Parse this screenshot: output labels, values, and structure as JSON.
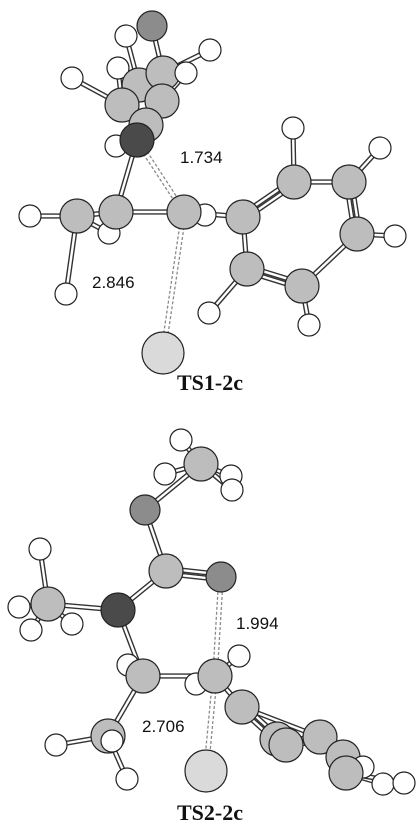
{
  "colors": {
    "background": "#ffffff",
    "bond_outline": "#333333",
    "bond_fill": "#ffffff",
    "dashed_bond": "#8a8a8a",
    "hydrogen": "#ffffff",
    "carbon": "#bdbdbd",
    "oxygen": "#8c8c8c",
    "nitrogen": "#4a4a4a",
    "halide": "#dadada",
    "atom_outline": "#222222",
    "text": "#111111"
  },
  "structures": [
    {
      "title": "TS1-2c",
      "distances": [
        "1.734",
        "2.846"
      ]
    },
    {
      "title": "TS2-2c",
      "distances": [
        "1.994",
        "2.706"
      ]
    }
  ]
}
